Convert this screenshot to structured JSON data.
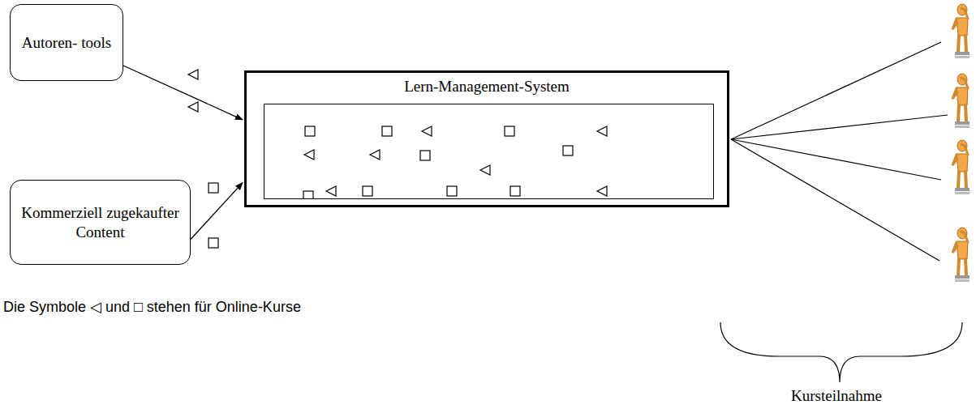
{
  "diagram": {
    "nodes": [
      {
        "text": [
          "Autoren- tools"
        ]
      },
      {
        "text": [
          "Kommerziell zugekaufter Content"
        ]
      },
      {
        "text": [
          "Lern-Management-System"
        ]
      }
    ],
    "edges": [
      {
        "from": 0,
        "to": 2,
        "arrow": "to"
      },
      {
        "from": 1,
        "to": 2,
        "arrow": "to"
      }
    ],
    "labels": [
      "Die Symbole ◁ und □ stehen für Online-Kurse",
      "Kursteilnahme"
    ]
  }
}
